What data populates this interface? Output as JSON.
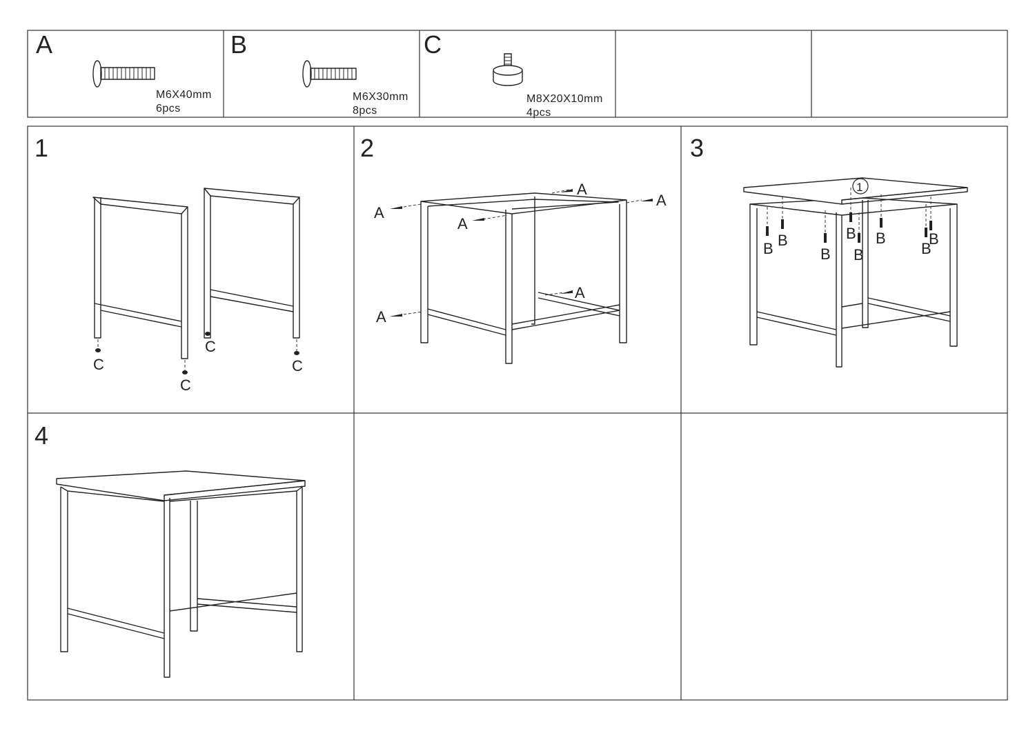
{
  "parts": [
    {
      "letter": "A",
      "spec": "M6X40mm",
      "qty": "6pcs"
    },
    {
      "letter": "B",
      "spec": "M6X30mm",
      "qty": "8pcs"
    },
    {
      "letter": "C",
      "spec": "M8X20X10mm",
      "qty": "4pcs"
    }
  ],
  "steps": [
    {
      "number": "1",
      "labels": [
        "C",
        "C",
        "C",
        "C"
      ]
    },
    {
      "number": "2",
      "labels": [
        "A",
        "A",
        "A",
        "A",
        "A",
        "A"
      ]
    },
    {
      "number": "3",
      "callout": "1",
      "labels": [
        "B",
        "B",
        "B",
        "B",
        "B",
        "B",
        "B",
        "B"
      ]
    },
    {
      "number": "4"
    }
  ]
}
